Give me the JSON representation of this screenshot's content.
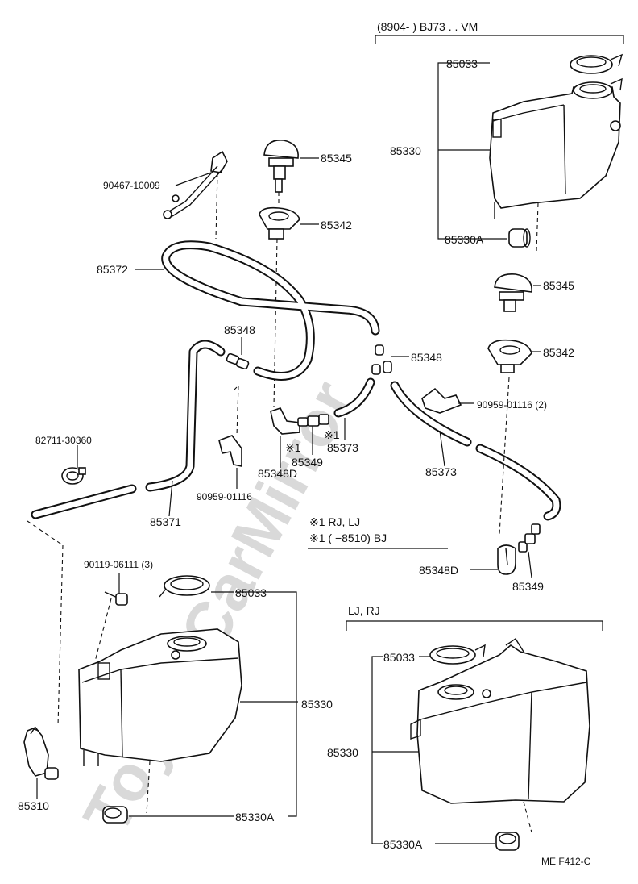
{
  "headers": {
    "group_top": "(8904-        ) BJ73 . . VM",
    "group_bottom": "LJ, RJ"
  },
  "watermark": "ToyotaCarMirror",
  "labels": {
    "p85033_top": "85033",
    "p85330_top": "85330",
    "p85330A_top": "85330A",
    "p85345_a": "85345",
    "p85342_a": "85342",
    "p90467": "90467-10009",
    "p85372": "85372",
    "p85345_b": "85345",
    "p85342_b": "85342",
    "p85348_a": "85348",
    "p85348_b": "85348",
    "p90959_a": "90959-01116 (2)",
    "p82711": "82711-30360",
    "p85348D_a": "85348D",
    "p85349_a": "85349",
    "p85373_a": "85373",
    "p85373_b": "85373",
    "mark_a": "※1",
    "mark_b": "※1",
    "p90959_b": "90959-01116",
    "p85371": "85371",
    "note1": "※1 RJ, LJ",
    "note2": "※1 (        −8510) BJ",
    "p85348D_b": "85348D",
    "p85349_b": "85349",
    "p90119": "90119-06111 (3)",
    "p85033_mid": "85033",
    "p85330_mid": "85330",
    "p85310": "85310",
    "p85330A_mid": "85330A",
    "p85033_bot": "85033",
    "p85330_bot": "85330",
    "p85330A_bot": "85330A",
    "ref_code": "ME  F412-C"
  }
}
